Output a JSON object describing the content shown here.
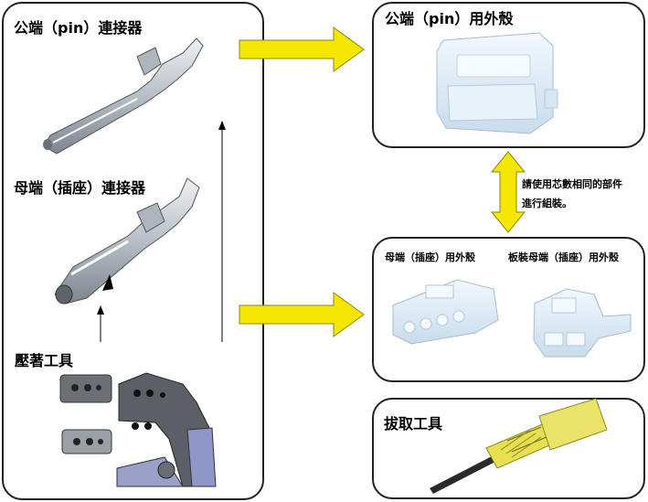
{
  "left_panel": {
    "pin_connector": "公端（pin）連接器",
    "socket_connector": "母端（插座）連接器",
    "crimp_tool": "壓著工具"
  },
  "right_top": {
    "pin_housing": "公端（pin）用外殼"
  },
  "note": {
    "line1": "請使用芯數相同的部件",
    "line2": "進行組裝。"
  },
  "right_middle": {
    "socket_housing": "母端（插座）用外殼",
    "board_socket_housing": "板裝母端（插座）用外殼"
  },
  "right_bottom": {
    "extraction_tool": "拔取工具"
  },
  "colors": {
    "arrow_fill": "#f5e600",
    "arrow_stroke": "#8a8a00",
    "housing": "#dbe9f5",
    "metal": "#c9ced4"
  }
}
